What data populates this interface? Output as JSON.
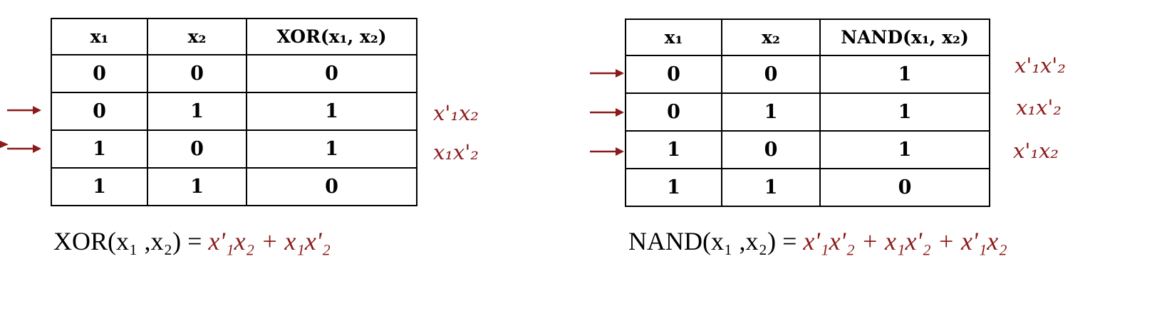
{
  "xor_panel": {
    "headers": [
      "x₁",
      "x₂",
      "XOR(x₁, x₂)"
    ],
    "rows": [
      [
        "0",
        "0",
        "0"
      ],
      [
        "0",
        "1",
        "1"
      ],
      [
        "1",
        "0",
        "1"
      ],
      [
        "1",
        "1",
        "0"
      ]
    ],
    "terms": [
      "x'₁x₂",
      "x₁x'₂"
    ],
    "formula": {
      "lhs": "XOR(x₁ ,x₂) = ",
      "rhs": "x'₁x₂ + x₁x'₂"
    }
  },
  "nand_panel": {
    "headers": [
      "x₁",
      "x₂",
      "NAND(x₁, x₂)"
    ],
    "rows": [
      [
        "0",
        "0",
        "1"
      ],
      [
        "0",
        "1",
        "1"
      ],
      [
        "1",
        "0",
        "1"
      ],
      [
        "1",
        "1",
        "0"
      ]
    ],
    "terms": [
      "x'₁x'₂",
      "x₁x'₂",
      "x'₁x₂"
    ],
    "formula": {
      "lhs": "NAND(x₁ ,x₂) = ",
      "rhs": "x'₁x'₂ + x₁x'₂ + x'₁x₂"
    }
  },
  "colors": {
    "accent": "#8b1a1a",
    "border": "#000000"
  }
}
